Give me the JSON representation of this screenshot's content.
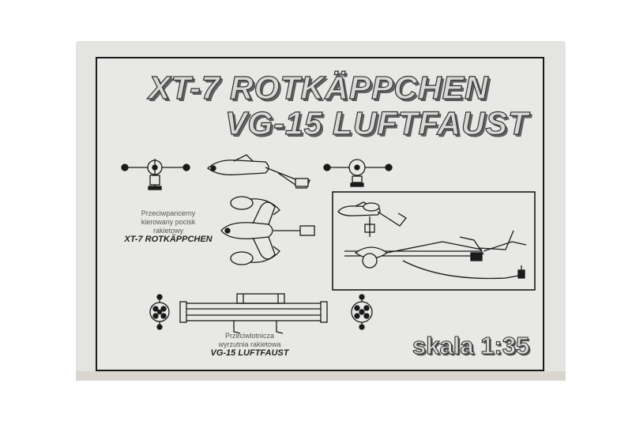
{
  "title_line1": "XT-7 ROTKÄPPCHEN",
  "title_line2": "VG-15 LUFTFAUST",
  "rocket_caption": {
    "line1": "Przeciwpancerny",
    "line2": "kierowany pocisk",
    "line3": "rakietowy",
    "name": "XT-7 ROTKÄPPCHEN"
  },
  "launcher_caption": {
    "line1": "Przeciwlotnicza",
    "line2": "wyrzutnia rakietowa",
    "name": "VG-15 LUFTFAUST"
  },
  "scale_label": "skala  1:35",
  "colors": {
    "line": "#1a1a1a",
    "panel": "#e8e8e6",
    "box": "#e4e4e2"
  }
}
